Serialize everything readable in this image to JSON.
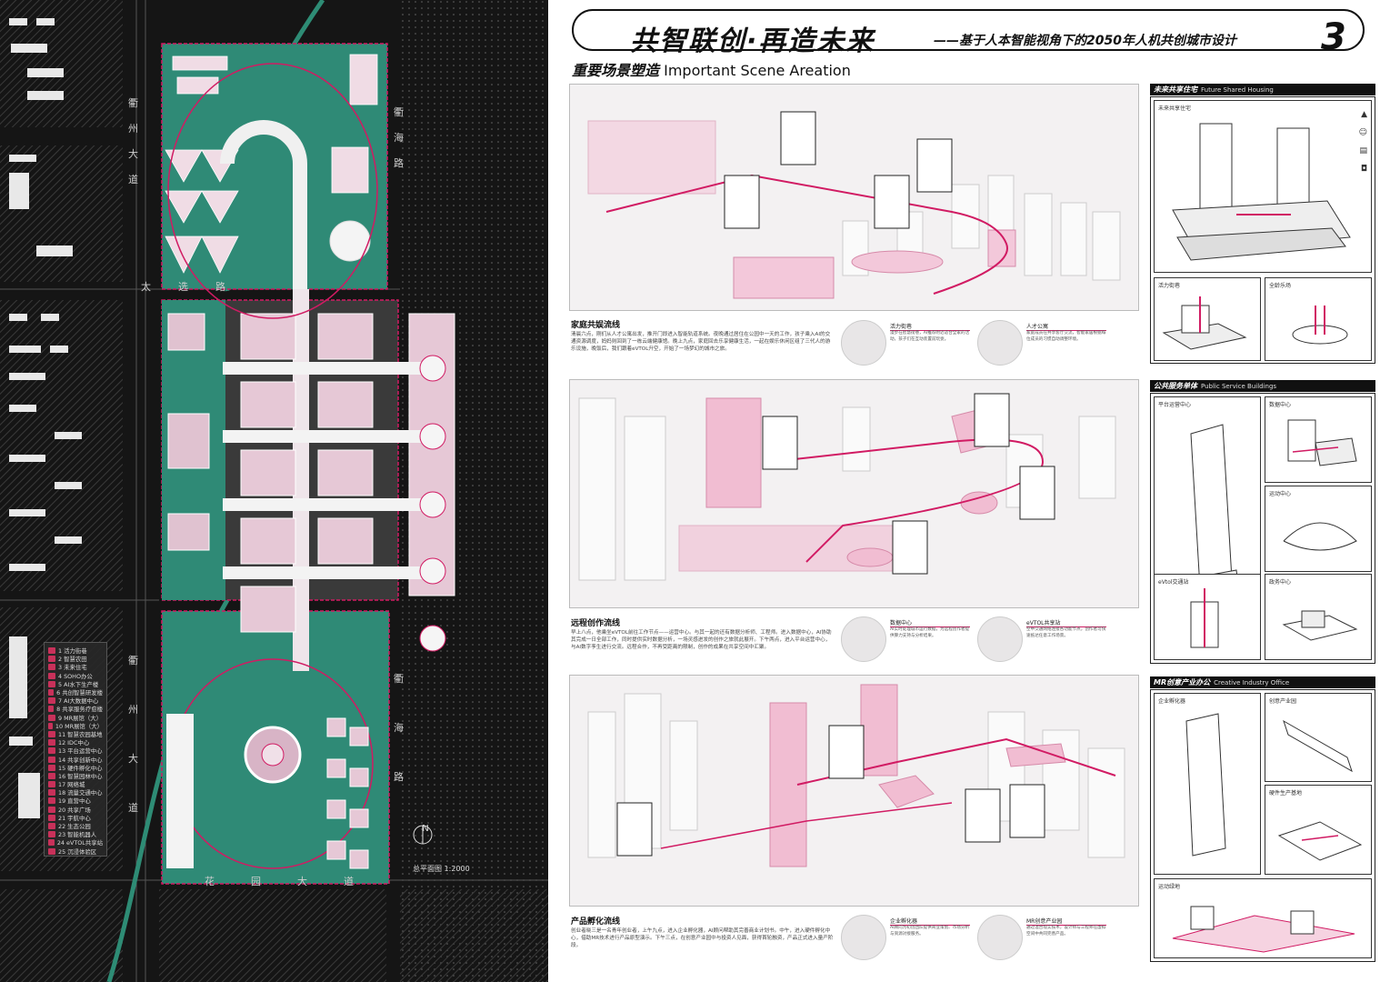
{
  "plan": {
    "roads": {
      "west_upper": "衢州大道",
      "north_mid": "太选路",
      "east_upper": "衢海路",
      "west_lower": "衢州大道",
      "east_lower": "衢海路",
      "south": "花园大道"
    },
    "legend": [
      "1  活力街巷",
      "2  智慧农田",
      "3  未来住宅",
      "4  SOHO办公",
      "5  AI水下生产楼",
      "6  共创智慧研发楼",
      "7  AI大数据中心",
      "8  共享服务疗愈楼",
      "9  MR展馆（大）",
      "10 MR展馆（大）",
      "11 智慧农园基地",
      "12 IDC中心",
      "13 平台运营中心",
      "14 共享创新中心",
      "15 硬件孵化中心",
      "16 智慧园林中心",
      "17 网络城",
      "18 流量交通中心",
      "19 直营中心",
      "20 共享广场",
      "21 宇航中心",
      "22 生态公园",
      "23 智能机器人",
      "24 eVTOL共享站",
      "25 沉浸体验区"
    ],
    "scale": "总平面图  1:2000",
    "north": "N"
  },
  "board": {
    "title_main": "共智联创·再造未来",
    "title_sub": "——基于人本智能视角下的2050年人机共创城市设计",
    "title_num": "3",
    "section_cn": "重要场景塑造",
    "section_en": "Important Scene Areation",
    "flows": [
      {
        "title": "家庭共娱流线",
        "text": "清晨六点，刚们从人才公寓出发，推开门即进入智能轨道系统。夜晚通过居住在公园中一天的工作，孩子乘入AI的交通资源调度，妈妈则回到了一栋云端健康馆。晚上九点，家庭回去乐享健康生活，一起在娱乐休闲区组了三代人的游乐设施，晚饭后，我们跟着eVTOL升空，开始了一场梦幻的城市之旅。",
        "cards": [
          {
            "label": "活力街巷",
            "desc": "漫步在智慧街巷，AI推荐附近适合全家的活动，孩子们在互动装置前玩耍。"
          },
          {
            "label": "人才公寓",
            "desc": "家庭成员在共享客厅交流，智能家居根据每位成员的习惯自动调整环境。"
          }
        ]
      },
      {
        "title": "远程创作流线",
        "text": "早上八点，他乘坐eVTOL前往工作节点——运营中心。与其一起的还有数据分析师、工程师。进入数据中心，AI协助其完成一日全部工作，同时提供实时数据分析，一场灵感迸发的创作之旅就此展开。下午两点，进入平台运营中心，与AI数字孪生进行交流。远程合作，不再受距离的限制，创作的成果在共享空间中汇聚。",
        "cards": [
          {
            "label": "数据中心",
            "desc": "AI实时处理城市运行数据，为远程创作者提供算力支持与分析结果。"
          },
          {
            "label": "eVTOL共享站",
            "desc": "空中交通网络连接各功能节点，创作者可快速抵达任意工作场景。"
          }
        ]
      },
      {
        "title": "产品孵化流线",
        "text": "创业者晓三是一名青年创业者，上午九点，进入企业孵化器，AI顾问帮助其完善商业计划书。中午，进入硬件孵化中心，借助MR技术进行产品原型演示。下午三点，在创意产业园中与投资人见面，获得首轮融资，产品正式进入量产阶段。",
        "cards": [
          {
            "label": "企业孵化器",
            "desc": "AI顾问为初创团队提供商业策划、市场分析与资源对接服务。"
          },
          {
            "label": "MR创意产业园",
            "desc": "通过混合现实技术，设计师与工程师在虚拟空间中共同完善产品。"
          }
        ]
      }
    ],
    "panels": [
      {
        "title_cn": "未来共享住宅",
        "title_en": "Future Shared Housing",
        "cells": [
          "未来共享住宅",
          "活力街巷",
          "全龄乐场"
        ]
      },
      {
        "title_cn": "公共服务单体",
        "title_en": "Public Service Buildings",
        "cells": [
          "平台运营中心",
          "数据中心",
          "运动中心",
          "eVtol交通站",
          "政务中心"
        ]
      },
      {
        "title_cn": "MR创意产业办公",
        "title_en": "Creative Industry Office",
        "cells": [
          "企业孵化器",
          "创意产业园",
          "硬件生产基地",
          "运动绿地"
        ]
      }
    ],
    "colors": {
      "accent": "#d11b63",
      "dark": "#111111",
      "plan_bg": "#1b1b1b",
      "green": "#2e8c75"
    }
  }
}
